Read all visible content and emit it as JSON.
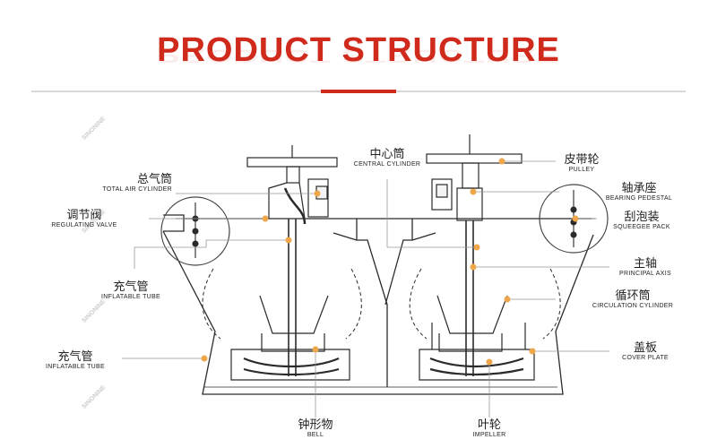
{
  "header": {
    "title": "PRODUCT STRUCTURE"
  },
  "labels": {
    "total_air": {
      "cn": "总气筒",
      "en": "TOTAL AIR CYLINDER"
    },
    "regulating": {
      "cn": "调节阀",
      "en": "REGULATING VALVE"
    },
    "inflatable_top": {
      "cn": "充气管",
      "en": "INFLATABLE TUBE"
    },
    "inflatable_bottom": {
      "cn": "充气管",
      "en": "INFLATABLE TUBE"
    },
    "central": {
      "cn": "中心筒",
      "en": "CENTRAL CYLINDER"
    },
    "pulley": {
      "cn": "皮带轮",
      "en": "PULLEY"
    },
    "bearing": {
      "cn": "轴承座",
      "en": "BEARING PEDESTAL"
    },
    "squeegee": {
      "cn": "刮泡装",
      "en": "SQUEEGEE PACK"
    },
    "principal": {
      "cn": "主轴",
      "en": "PRINCIPAL AXIS"
    },
    "circulation": {
      "cn": "循环筒",
      "en": "CIRCULATION CYLINDER"
    },
    "cover": {
      "cn": "盖板",
      "en": "COVER PLATE"
    },
    "bell": {
      "cn": "钟形物",
      "en": "BELL"
    },
    "impeller": {
      "cn": "叶轮",
      "en": "IMPELLER"
    }
  },
  "colors": {
    "accent": "#cf2a1b",
    "leader": "#999999",
    "dot": "#f0a64a",
    "line": "#2b2b2b"
  },
  "watermark": "SINONINE"
}
